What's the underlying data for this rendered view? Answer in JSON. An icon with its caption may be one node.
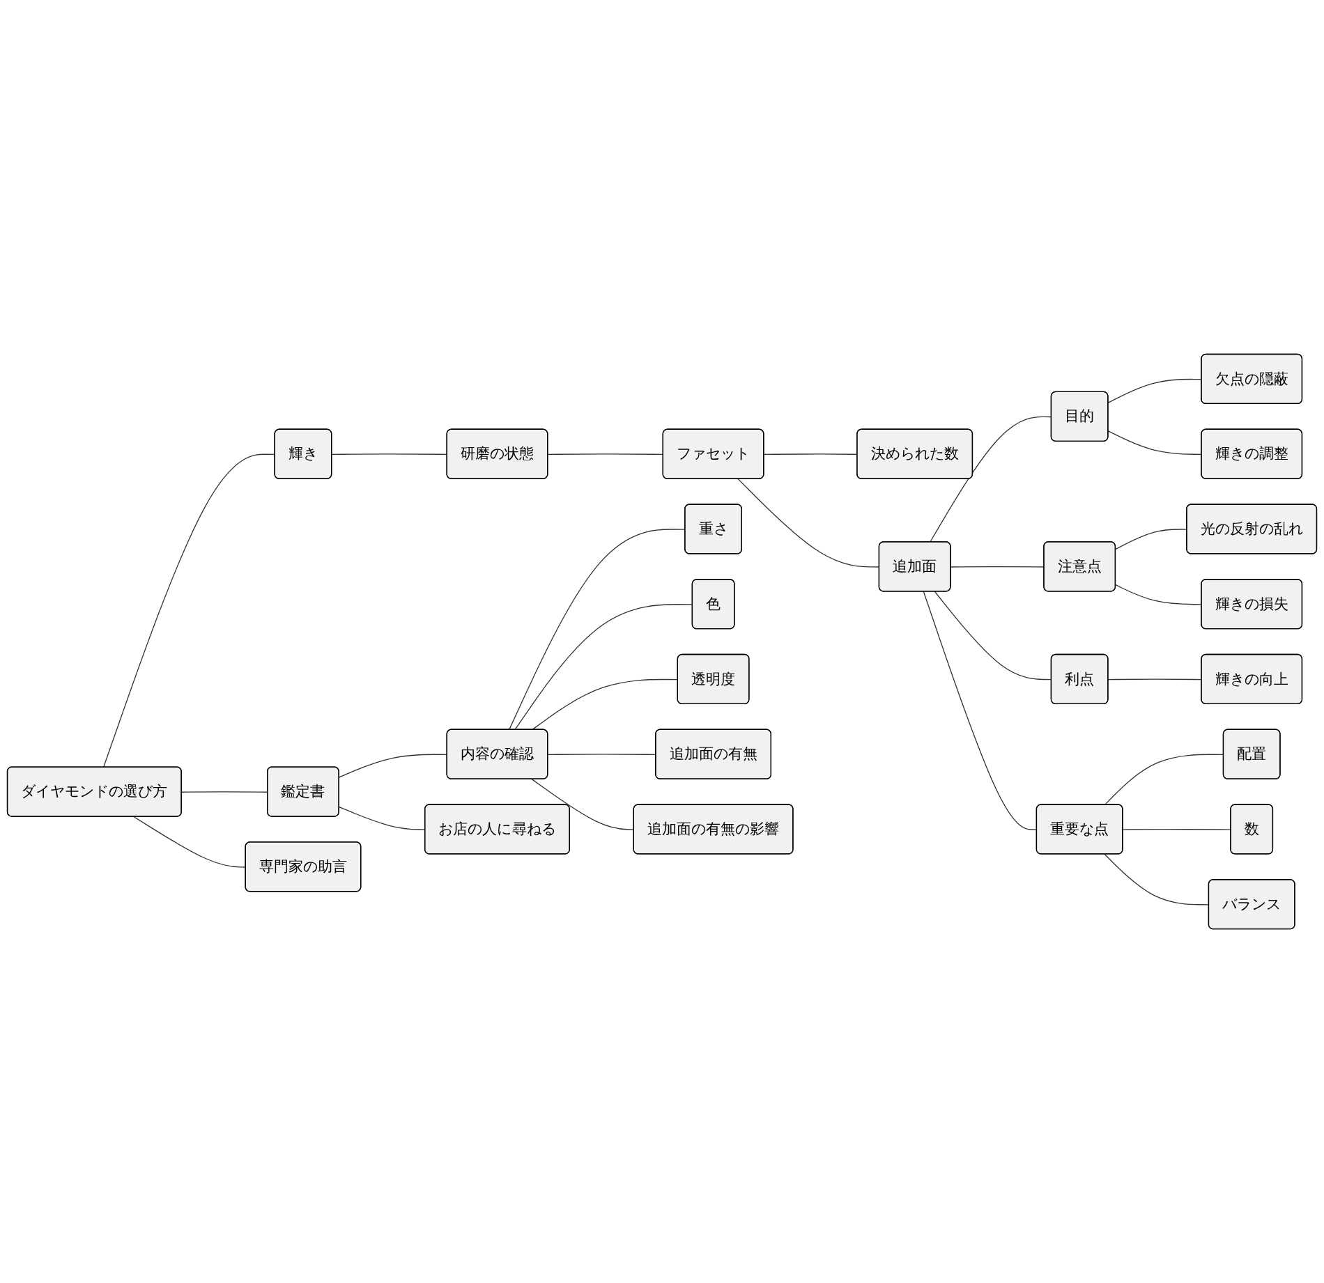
{
  "diagram": {
    "nodes": [
      {
        "text": [
          "ダイヤモンドの選び方"
        ]
      },
      {
        "text": [
          "輝き"
        ]
      },
      {
        "text": [
          "研磨の状態"
        ]
      },
      {
        "text": [
          "ファセット"
        ]
      },
      {
        "text": [
          "決められた数"
        ]
      },
      {
        "text": [
          "追加面"
        ]
      },
      {
        "text": [
          "目的"
        ]
      },
      {
        "text": [
          "欠点の隠蔽"
        ]
      },
      {
        "text": [
          "輝きの調整"
        ]
      },
      {
        "text": [
          "注意点"
        ]
      },
      {
        "text": [
          "光の反射の乱れ"
        ]
      },
      {
        "text": [
          "輝きの損失"
        ]
      },
      {
        "text": [
          "利点"
        ]
      },
      {
        "text": [
          "輝きの向上"
        ]
      },
      {
        "text": [
          "重要な点"
        ]
      },
      {
        "text": [
          "配置"
        ]
      },
      {
        "text": [
          "数"
        ]
      },
      {
        "text": [
          "バランス"
        ]
      },
      {
        "text": [
          "鑑定書"
        ]
      },
      {
        "text": [
          "内容の確認"
        ]
      },
      {
        "text": [
          "重さ"
        ]
      },
      {
        "text": [
          "色"
        ]
      },
      {
        "text": [
          "透明度"
        ]
      },
      {
        "text": [
          "追加面の有無"
        ]
      },
      {
        "text": [
          "追加面の有無の影響"
        ]
      },
      {
        "text": [
          "お店の人に尋ねる"
        ]
      },
      {
        "text": [
          "専門家の助言"
        ]
      }
    ],
    "edges": [
      {
        "from": 0,
        "to": 1,
        "arrow": "none"
      },
      {
        "from": 1,
        "to": 2,
        "arrow": "none"
      },
      {
        "from": 2,
        "to": 3,
        "arrow": "none"
      },
      {
        "from": 3,
        "to": 4,
        "arrow": "none"
      },
      {
        "from": 3,
        "to": 5,
        "arrow": "none"
      },
      {
        "from": 5,
        "to": 6,
        "arrow": "none"
      },
      {
        "from": 6,
        "to": 7,
        "arrow": "none"
      },
      {
        "from": 6,
        "to": 8,
        "arrow": "none"
      },
      {
        "from": 5,
        "to": 9,
        "arrow": "none"
      },
      {
        "from": 9,
        "to": 10,
        "arrow": "none"
      },
      {
        "from": 9,
        "to": 11,
        "arrow": "none"
      },
      {
        "from": 5,
        "to": 12,
        "arrow": "none"
      },
      {
        "from": 12,
        "to": 13,
        "arrow": "none"
      },
      {
        "from": 5,
        "to": 14,
        "arrow": "none"
      },
      {
        "from": 14,
        "to": 15,
        "arrow": "none"
      },
      {
        "from": 14,
        "to": 16,
        "arrow": "none"
      },
      {
        "from": 14,
        "to": 17,
        "arrow": "none"
      },
      {
        "from": 0,
        "to": 18,
        "arrow": "none"
      },
      {
        "from": 18,
        "to": 19,
        "arrow": "none"
      },
      {
        "from": 19,
        "to": 20,
        "arrow": "none"
      },
      {
        "from": 19,
        "to": 21,
        "arrow": "none"
      },
      {
        "from": 19,
        "to": 22,
        "arrow": "none"
      },
      {
        "from": 19,
        "to": 23,
        "arrow": "none"
      },
      {
        "from": 19,
        "to": 24,
        "arrow": "none"
      },
      {
        "from": 18,
        "to": 25,
        "arrow": "none"
      },
      {
        "from": 0,
        "to": 26,
        "arrow": "none"
      }
    ]
  }
}
